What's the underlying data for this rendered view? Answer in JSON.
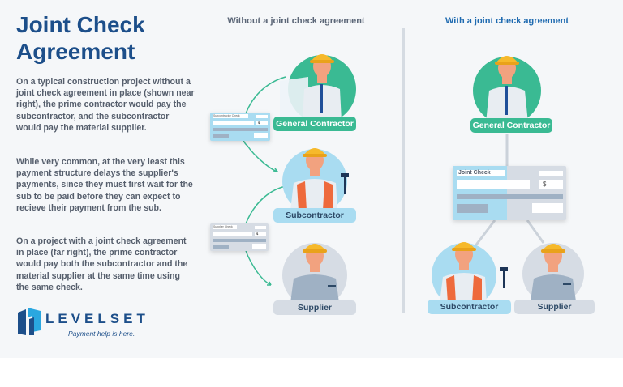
{
  "title_line1": "Joint Check",
  "title_line2": "Agreement",
  "paragraphs": [
    "On a typical construction project without a joint check agreement in place (shown near right), the prime contractor would pay the subcontractor, and the subcontractor would pay the material supplier.",
    "While very common, at the very least this payment structure delays the supplier's payments, since they must first wait for the sub to be paid before they can expect to recieve their payment from the sub.",
    "On a project with a joint check agreement in place (far right), the prime contractor would pay both the subcontractor and the material supplier at the same time using the same check."
  ],
  "logo": {
    "name": "LEVELSET",
    "tagline": "Payment help is here."
  },
  "without": {
    "heading": "Without a joint check agreement",
    "gc_label": "General Contractor",
    "sub_label": "Subcontractor",
    "supplier_label": "Supplier",
    "sub_check_title": "Subcontractor Check",
    "supplier_check_title": "Supplier Check",
    "currency": "$"
  },
  "with": {
    "heading": "With a joint check agreement",
    "gc_label": "General Contractor",
    "check_title": "Joint Check",
    "currency": "$",
    "sub_label": "Subcontractor",
    "supplier_label": "Supplier"
  },
  "colors": {
    "title": "#1d4f8a",
    "green": "#3aba93",
    "light_blue": "#a9dcf1",
    "gray": "#d6dce4",
    "with_heading": "#1e6ab0"
  }
}
